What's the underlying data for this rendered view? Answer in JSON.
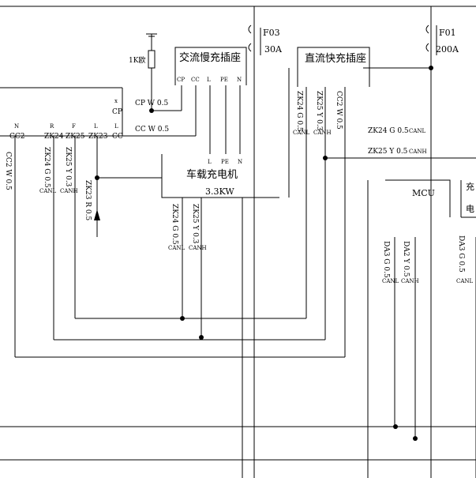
{
  "fuses": {
    "f03": {
      "name": "F03",
      "rating": "30A"
    },
    "f01": {
      "name": "F01",
      "rating": "200A"
    }
  },
  "resistor": {
    "label": "1K欧"
  },
  "ac_socket": {
    "title": "交流慢充插座",
    "pins": [
      "CP",
      "CC",
      "L",
      "PE",
      "N"
    ]
  },
  "dc_socket": {
    "title": "直流快充插座",
    "pins": [
      "ZK24 G 0.5",
      "ZK25 Y 0.3",
      "CC2 W 0.5"
    ],
    "can": [
      "CANL",
      "CANH"
    ]
  },
  "left_controller": {
    "pin_letters": [
      "x",
      "N",
      "R",
      "F",
      "L",
      "L"
    ],
    "pins": [
      "CP",
      "CC2",
      "ZK24",
      "ZK25",
      "ZK23",
      "CC"
    ]
  },
  "wires": {
    "cp": "CP W 0.5",
    "cc": "CC W 0.5",
    "cc2": "CC2 W 0.5",
    "zk24": "ZK24 G 0.5",
    "zk25": "ZK25 Y 0.3",
    "zk23": "ZK23 R 0.5",
    "canl": "CANL",
    "canh": "CANH",
    "mcu_zk24": "ZK24 G 0.5",
    "mcu_zk25": "ZK25 Y 0.5",
    "mcu_canl": "CANL",
    "mcu_canh": "CANH"
  },
  "charger": {
    "pins": [
      "L",
      "PE",
      "N"
    ],
    "name": "车载充电机",
    "power": "3.3KW"
  },
  "mcu": {
    "label": "MCU"
  },
  "right_device": {
    "chars": [
      "充",
      "电"
    ]
  },
  "da": {
    "da3g": "DA3 G 0.5",
    "da2y": "DA2 Y 0.5",
    "da3g_right": "DA3 G 0.5"
  }
}
